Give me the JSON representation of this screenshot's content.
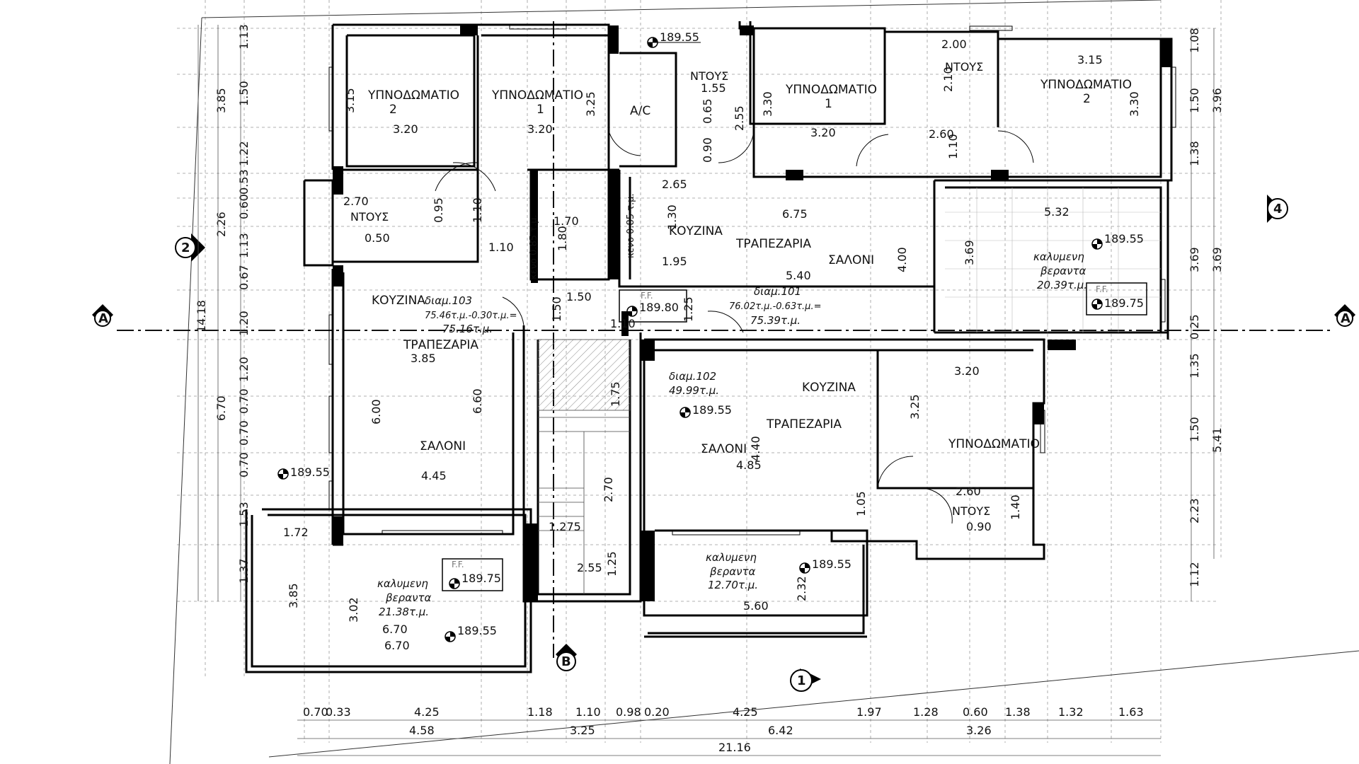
{
  "rooms": {
    "bed2_left": {
      "name": "ΥΠΝΟΔΩΜΑΤΙΟ",
      "num": "2",
      "w": "3.20",
      "h": "3.15"
    },
    "bed1_left": {
      "name": "ΥΠΝΟΔΩΜΑΤΙΟ",
      "num": "1",
      "w": "3.20",
      "h": "3.25"
    },
    "ac": "A/C",
    "shower_left": {
      "name": "ΝΤΟΥΣ",
      "w": "2.70",
      "a": "0.50",
      "b": "0.95"
    },
    "shower_mid": {
      "name": "ΝΤΟΥΣ",
      "w": "1.55",
      "a": "0.65",
      "b": "0.90",
      "c": "2.55"
    },
    "bed1_right": {
      "name": "ΥΠΝΟΔΩΜΑΤΙΟ",
      "num": "1",
      "w": "3.20",
      "h": "3.30"
    },
    "shower_right": {
      "name": "ΝΤΟΥΣ",
      "w": "2.00",
      "a": "2.10",
      "b": "2.60",
      "c": "1.10"
    },
    "bed2_right": {
      "name": "ΥΠΝΟΔΩΜΑΤΙΟ",
      "num": "2",
      "w": "3.15",
      "h": "3.30"
    },
    "kitchen_top": "ΚΟΥΖΙΝΑ",
    "dining_top": "ΤΡΑΠΕΖΑΡΙΑ",
    "living_top": "ΣΑΛΟΝΙ",
    "kitchen_left": "ΚΟΥΖΙΝΑ",
    "dining_left": "ΤΡΑΠΕΖΑΡΙΑ",
    "living_left": "ΣΑΛΟΝΙ",
    "kitchen_mid": "ΚΟΥΖΙΝΑ",
    "dining_mid": "ΤΡΑΠΕΖΑΡΙΑ",
    "living_mid": "ΣΑΛΟΝΙ",
    "bed_low": {
      "name": "ΥΠΝΟΔΩΜΑΤΙΟ",
      "w": "3.20",
      "h": "3.25"
    },
    "shower_low": {
      "name": "ΝΤΟΥΣ",
      "w": "2.60",
      "a": "0.90",
      "b": "1.40",
      "c": "1.05"
    },
    "void_label": "κενο 0.85 τ.μ."
  },
  "apartments": {
    "a101": {
      "title": "διαμ.101",
      "area": "76.02τ.μ.-0.63τ.μ.=",
      "net": "75.39τ.μ."
    },
    "a102": {
      "title": "διαμ.102",
      "area": "49.99τ.μ."
    },
    "a103": {
      "title": "διαμ.103",
      "area": "75.46τ.μ.-0.30τ.μ.=",
      "net": "75.16τ.μ."
    }
  },
  "verandas": {
    "right": {
      "l1": "καλυμενη",
      "l2": "βεραντα",
      "l3": "20.39τ.μ."
    },
    "mid": {
      "l1": "καλυμενη",
      "l2": "βεραντα",
      "l3": "12.70τ.μ."
    },
    "left": {
      "l1": "καλυμενη",
      "l2": "βεραντα",
      "l3": "21.38τ.μ."
    }
  },
  "elevations": {
    "e1": "189.55",
    "e2": "189.55",
    "e3": "189.75",
    "e4": "189.80",
    "e5": "189.55",
    "e6": "189.55",
    "e7": "189.75",
    "e8": "189.55",
    "e9": "189.55"
  },
  "ff": "F.F.",
  "axes": {
    "a_left": "A",
    "a_right": "A",
    "b": "B",
    "one": "1",
    "two": "2",
    "four": "4"
  },
  "room_dims": {
    "kt_w": "6.75",
    "kt_a": "2.65",
    "kt_b": "1.30",
    "kt_c": "1.95",
    "lv_w": "5.40",
    "lv_h": "4.00",
    "vr_w": "5.32",
    "vr_h": "3.69",
    "lf_a": "1.10",
    "lf_b": "1.10",
    "lf_din": "3.85",
    "lf_h": "6.00",
    "lf_h2": "6.60",
    "lf_w": "4.45",
    "md_a": "1.75",
    "md_h": "4.40",
    "md_w": "4.85",
    "st_a": "1.70",
    "st_b": "1.80",
    "st_c": "1.50",
    "st_d": "1.50",
    "st_e": "1.10",
    "st_f": "1.25",
    "st_g": "2.70",
    "st_h": "1.275",
    "st_i": "2.55",
    "st_j": "1.25",
    "vm_a": "5.60",
    "vm_b": "2.32",
    "vl_a": "1.72",
    "vl_b": "3.85",
    "vl_c": "3.02",
    "vl_d": "6.70",
    "vl_e": "6.70"
  },
  "left_dims": [
    "1.13",
    "1.50",
    "1.22",
    "0.53",
    "0.60",
    "1.13",
    "0.67",
    "1.20",
    "1.20",
    "0.70",
    "0.70",
    "0.70",
    "1.53",
    "1.37"
  ],
  "left_dims_outer": [
    "3.85",
    "2.26",
    "6.70",
    "14.18"
  ],
  "right_dims": [
    "1.08",
    "1.50",
    "1.38",
    "3.69",
    "0.25",
    "1.35",
    "1.50",
    "2.23",
    "1.12"
  ],
  "right_dims_outer": [
    "3.96",
    "3.69",
    "5.41"
  ],
  "bottom_dims": [
    "0.70",
    "0.33",
    "4.25",
    "1.18",
    "1.10",
    "0.98",
    "0.20",
    "4.25",
    "1.97",
    "1.28",
    "0.60",
    "1.38",
    "1.32",
    "1.63"
  ],
  "bottom_dims2": [
    "4.58",
    "3.25",
    "6.42",
    "3.26"
  ],
  "bottom_total": "21.16",
  "top_elev": "189.55"
}
